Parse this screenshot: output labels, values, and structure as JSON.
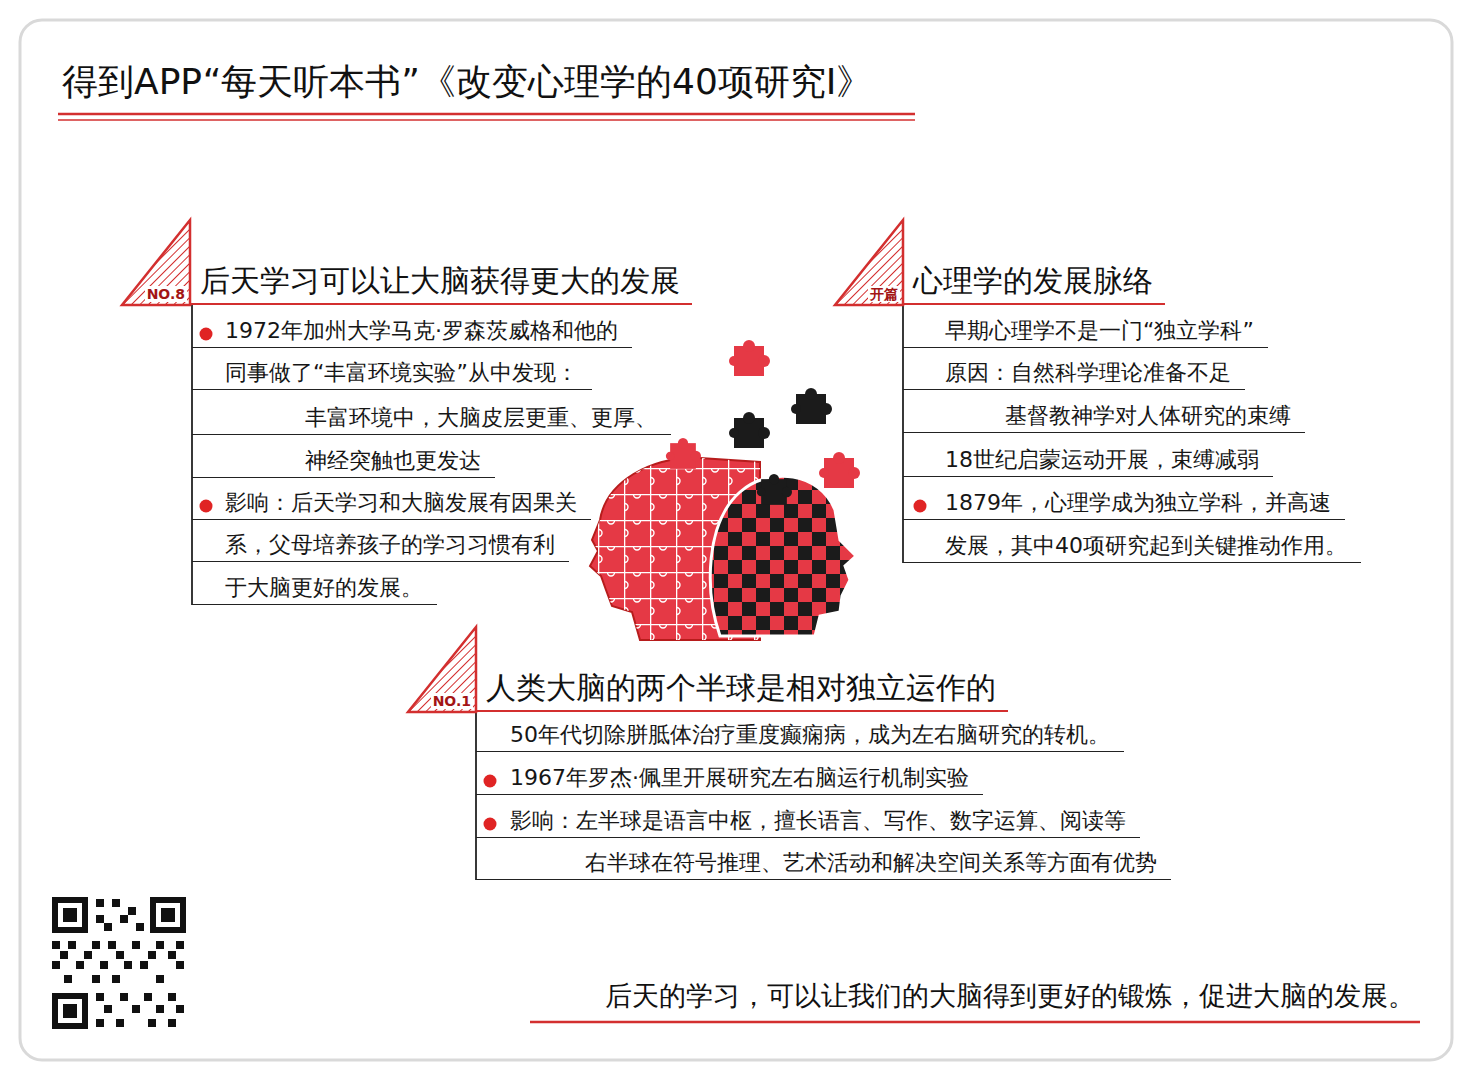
{
  "diagram": {
    "title": "得到APP“每天听本书”《改变心理学的40项研究Ⅰ》",
    "caption": "后天的学习，可以让我们的大脑得到更好的锻炼，促进大脑的发展。",
    "nodes": [
      {
        "text": [
          "NO.8",
          "后天学习可以让大脑获得更大的发展"
        ]
      },
      {
        "text": [
          "开篇",
          "心理学的发展脉络"
        ]
      },
      {
        "text": [
          "NO.1",
          "人类大脑的两个半球是相对独立运作的"
        ]
      }
    ],
    "labels": [
      "1972年加州大学马克·罗森茨威格和他的",
      "同事做了“丰富环境实验”从中发现：",
      "丰富环境中，大脑皮层更重、更厚、",
      "神经突触也更发达",
      "影响：后天学习和大脑发展有因果关",
      "系，父母培养孩子的学习习惯有利",
      "于大脑更好的发展。",
      "早期心理学不是一门“独立学科”",
      "原因：自然科学理论准备不足",
      "基督教神学对人体研究的束缚",
      "18世纪启蒙运动开展，束缚减弱",
      "1879年，心理学成为独立学科，并高速",
      "发展，其中40项研究起到关键推动作用。",
      "50年代切除胼胝体治疗重度癫痫病，成为左右脑研究的转机。",
      "1967年罗杰·佩里开展研究左右脑运行机制实验",
      "影响：左半球是语言中枢，擅长语言、写作、数字运算、阅读等",
      "右半球在符号推理、艺术活动和解决空间关系等方面有优势"
    ]
  }
}
